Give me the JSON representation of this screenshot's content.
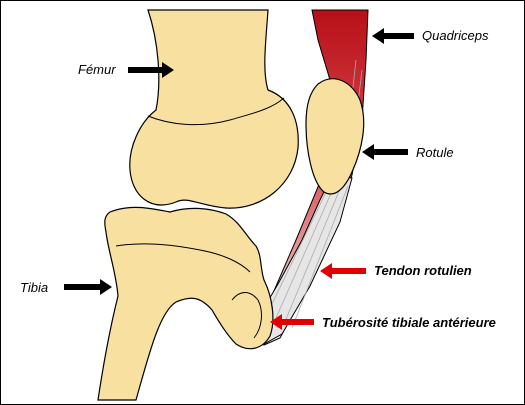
{
  "diagram": {
    "labels": {
      "quadriceps": "Quadriceps",
      "femur": "Fémur",
      "rotule": "Rotule",
      "tendon": "Tendon rotulien",
      "tibia": "Tibia",
      "tuberosite": "Tubérosité tibiale antérieure"
    },
    "colors": {
      "bone_fill": "#f8e0a0",
      "bone_stroke": "#000000",
      "muscle_top": "#c0141c",
      "tendon_fill": "#e8e8e8",
      "arrow_black": "#000000",
      "arrow_red": "#e00000"
    },
    "icons": {
      "arrow_black": "arrow-left-icon",
      "arrow_red": "arrow-left-icon"
    }
  }
}
